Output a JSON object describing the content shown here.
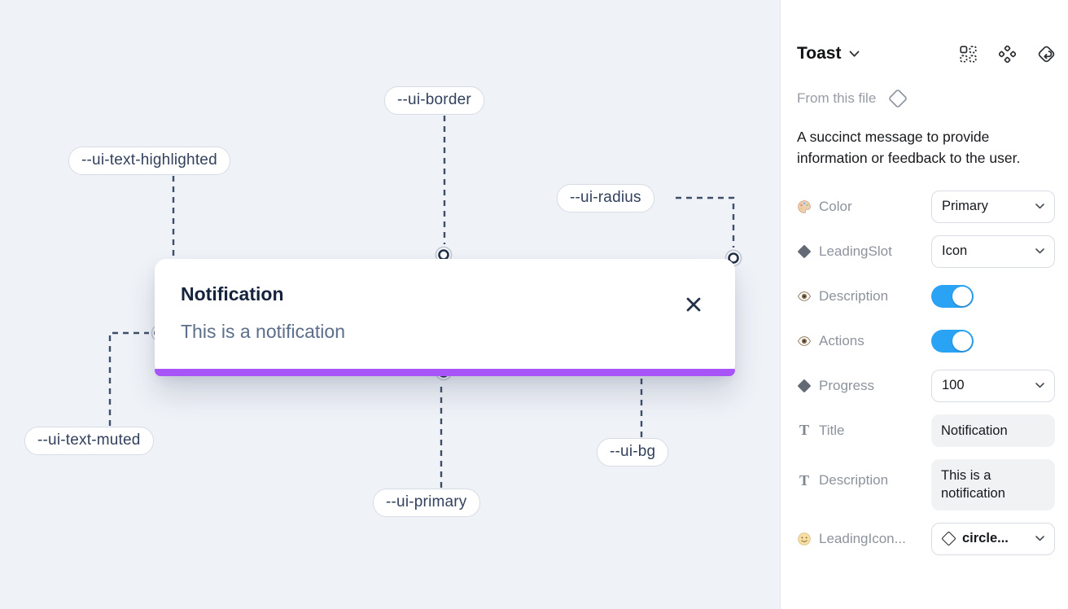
{
  "canvas": {
    "background_color": "#eff2f7",
    "labels": [
      {
        "id": "ui-text-highlighted",
        "text": "--ui-text-highlighted"
      },
      {
        "id": "ui-border",
        "text": "--ui-border"
      },
      {
        "id": "ui-radius",
        "text": "--ui-radius"
      },
      {
        "id": "ui-text-muted",
        "text": "--ui-text-muted"
      },
      {
        "id": "ui-primary",
        "text": "--ui-primary"
      },
      {
        "id": "ui-bg",
        "text": "--ui-bg"
      }
    ],
    "toast": {
      "title": "Notification",
      "description": "This is a notification",
      "close_icon": "x-close-icon",
      "progress_percent": 100,
      "progress_color": "#a855f7"
    }
  },
  "panel": {
    "title": "Toast",
    "title_chevron_icon": "chevron-down-icon",
    "header_icons": [
      "instance-swap-grid-icon",
      "component-diamonds-icon",
      "token-return-diamond-icon"
    ],
    "source_label": "From this file",
    "source_icon": "diamond-outline-icon",
    "description": "A succinct message to provide information or feedback to the user.",
    "properties": [
      {
        "icon": "palette-icon",
        "label": "Color",
        "control": "dropdown",
        "value": "Primary"
      },
      {
        "icon": "diamond-icon",
        "label": "LeadingSlot",
        "control": "dropdown",
        "value": "Icon"
      },
      {
        "icon": "eye-icon",
        "label": "Description",
        "control": "toggle",
        "value": "on"
      },
      {
        "icon": "eye-icon",
        "label": "Actions",
        "control": "toggle",
        "value": "on"
      },
      {
        "icon": "diamond-icon",
        "label": "Progress",
        "control": "dropdown",
        "value": "100"
      },
      {
        "icon": "text-icon",
        "label": "Title",
        "control": "text",
        "value": "Notification"
      },
      {
        "icon": "text-icon",
        "label": "Description",
        "control": "text",
        "value": "This is a notification"
      },
      {
        "icon": "smiley-icon",
        "label": "LeadingIcon...",
        "control": "dropdown-with-icon",
        "value": "circle..."
      }
    ],
    "colors": {
      "toggle_on": "#2ba3f5",
      "accent_purple": "#a855f7"
    }
  }
}
